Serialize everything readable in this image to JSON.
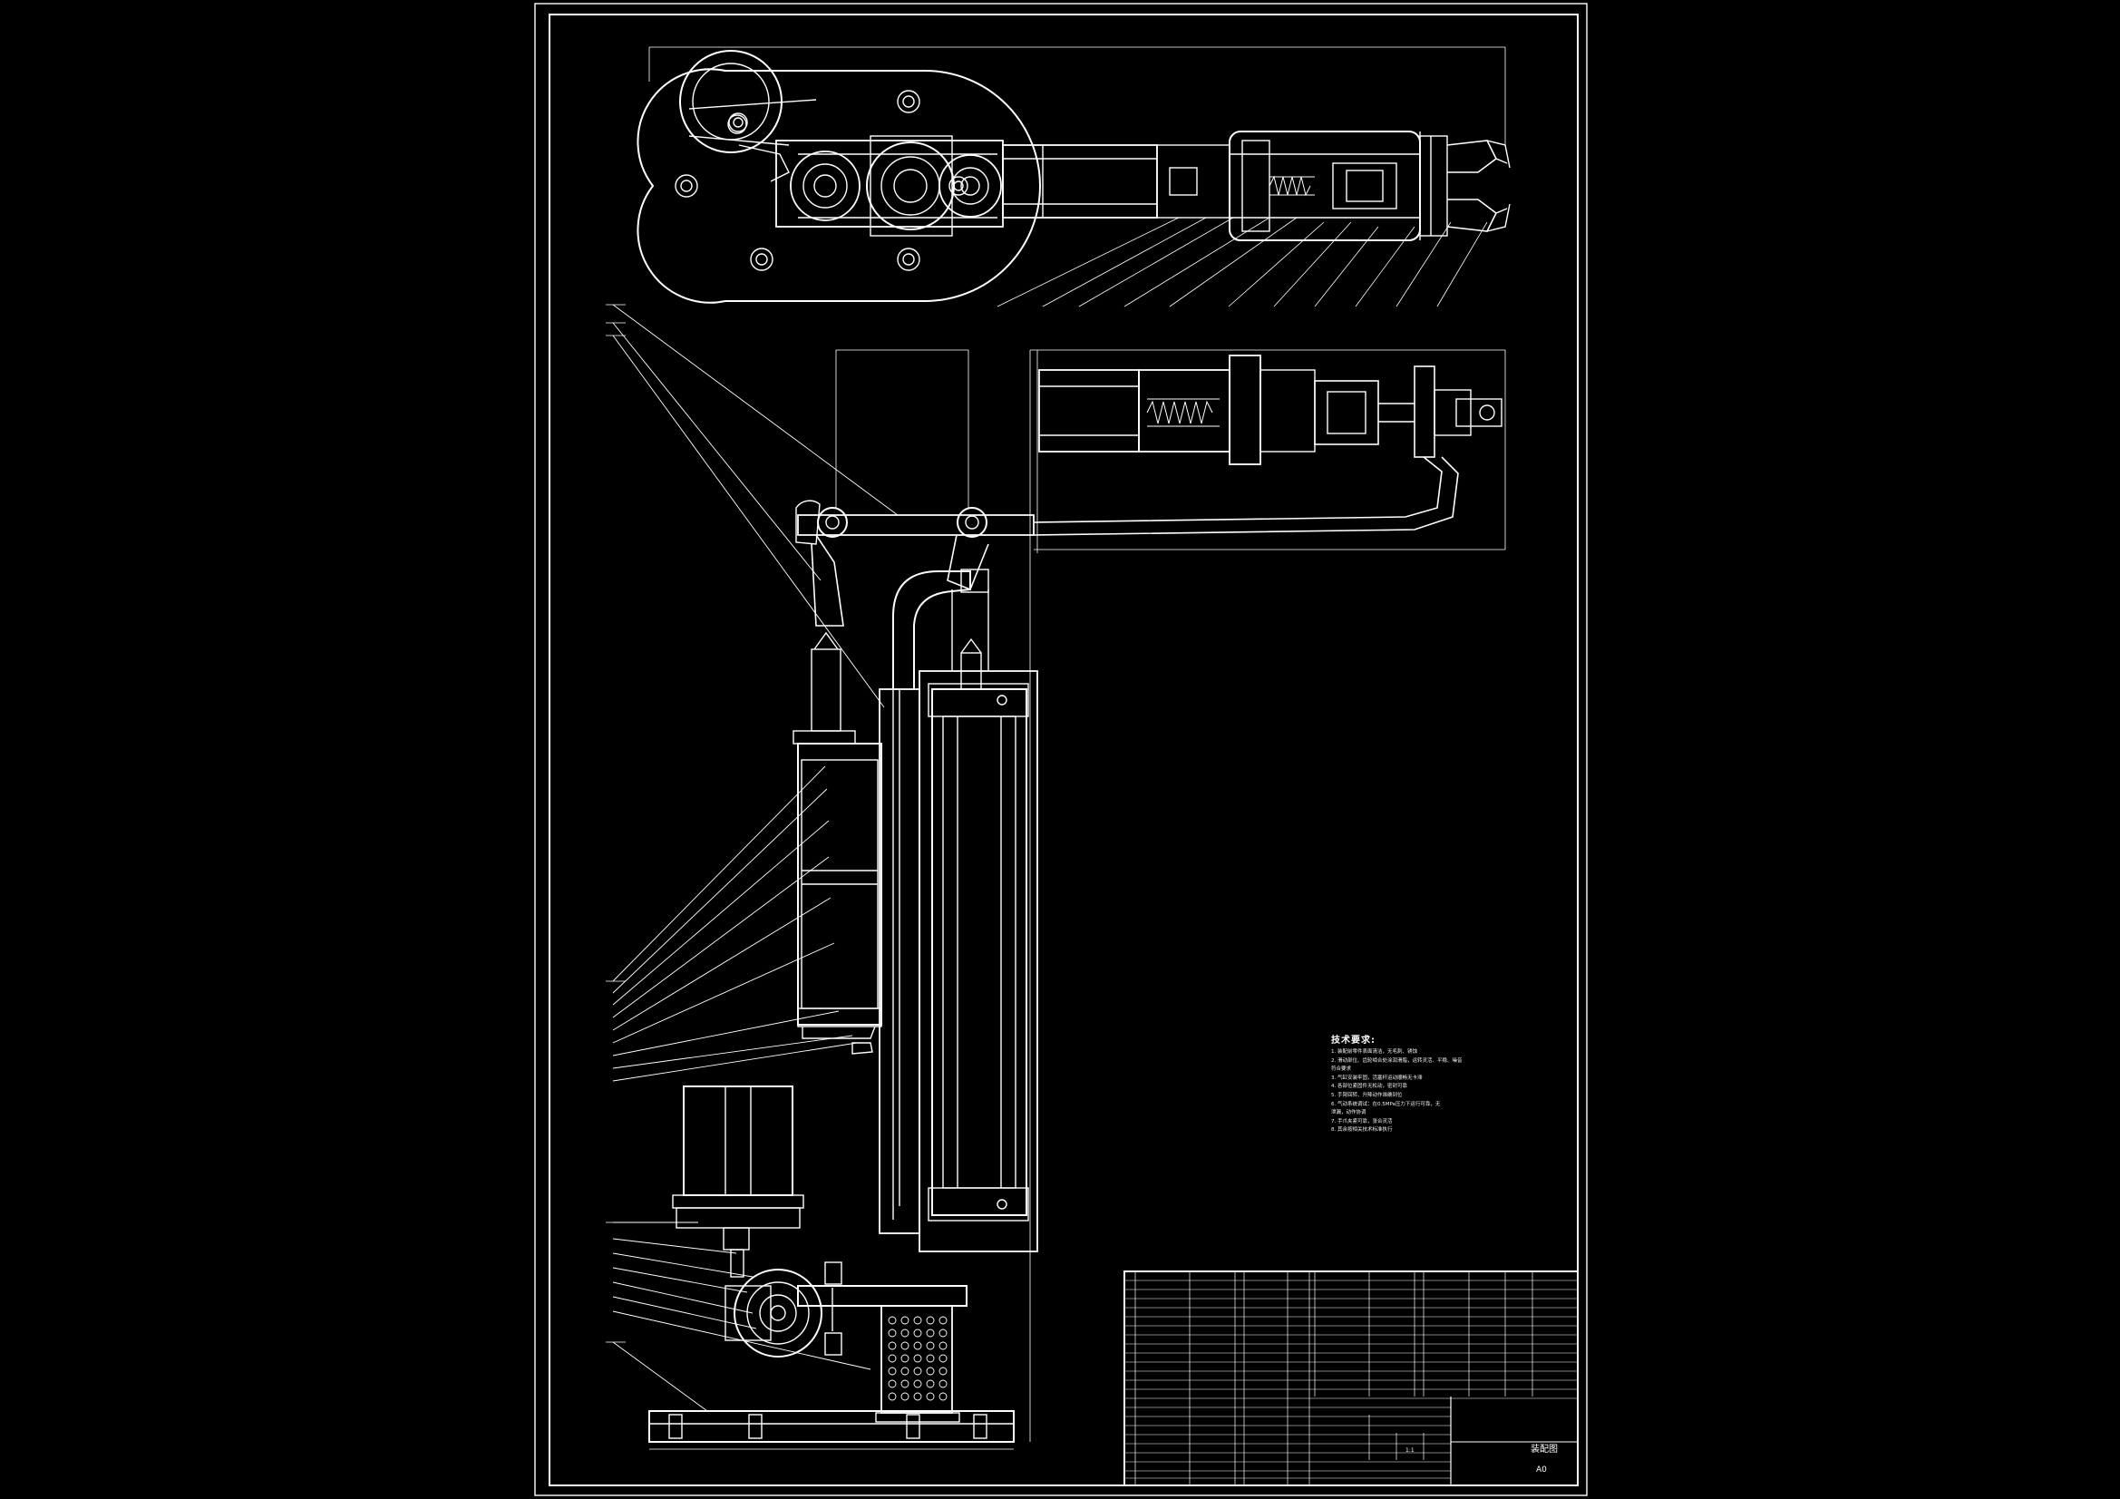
{
  "tech_notes": {
    "title": "技术要求:",
    "lines": [
      "1. 装配前零件表面清洁，无毛刺、锈蚀",
      "2. 滑动部位、齿轮啮合处涂润滑脂，运转灵活、平稳、噪音",
      "   符合要求",
      "3. 气缸安装牢固，活塞杆运动顺畅无卡滞",
      "4. 各部位紧固件无松动，密封可靠",
      "5. 手臂回转、升降动作准确到位",
      "6. 气动系统调试：在0.5MPa压力下运行可靠，无",
      "   泄漏，动作协调",
      "7. 手爪夹紧可靠，张合灵活",
      "8. 其余按相关技术标准执行"
    ]
  },
  "title_block": {
    "drawing_name": "装配图",
    "sheet_size": "A0",
    "scale": "1:1"
  },
  "colors": {
    "background": "#000000",
    "line": "#ffffff"
  }
}
